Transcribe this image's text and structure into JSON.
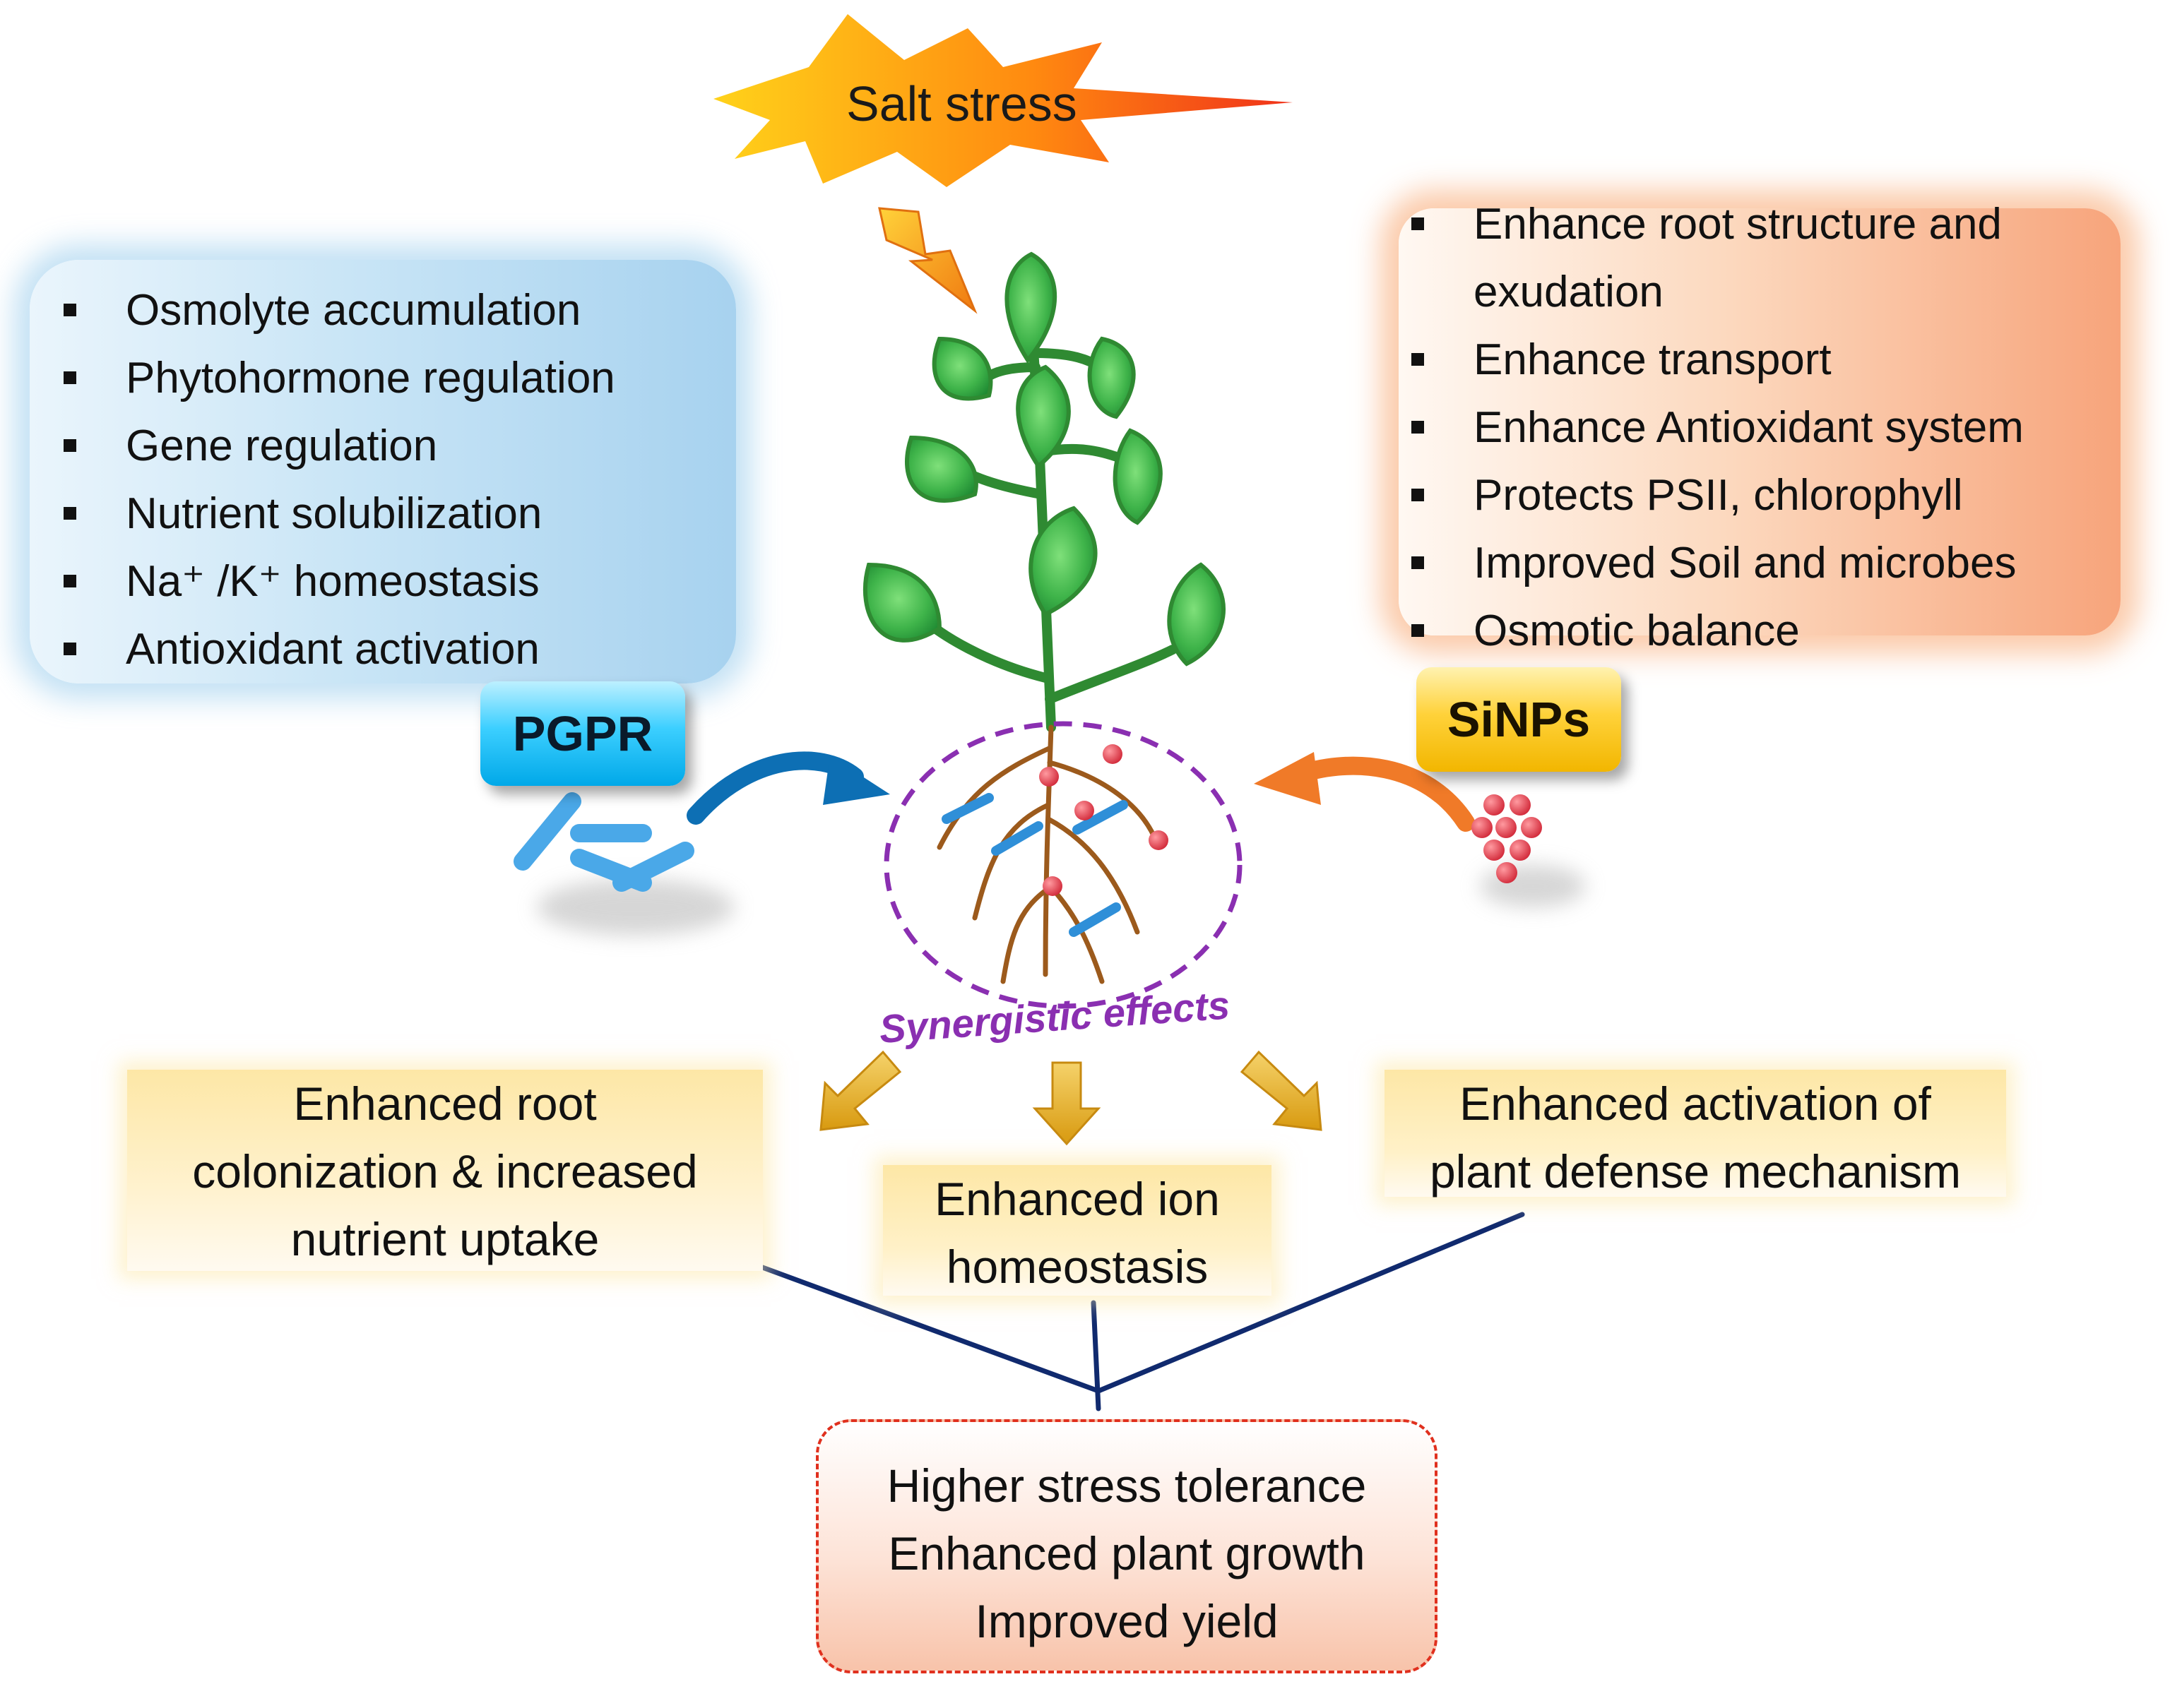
{
  "stressor": {
    "label": "Salt stress"
  },
  "pgpr": {
    "label": "PGPR",
    "mechanisms": [
      "Osmolyte accumulation",
      "Phytohormone regulation",
      "Gene regulation",
      "Nutrient solubilization",
      "Na⁺ /K⁺ homeostasis",
      "Antioxidant activation"
    ]
  },
  "sinps": {
    "label": "SiNPs",
    "mechanisms": [
      "Enhance root structure and",
      "exudation",
      "Enhance transport",
      "Enhance Antioxidant system",
      "Protects PSII, chlorophyll",
      "Improved Soil and microbes",
      "Osmotic balance"
    ]
  },
  "synergy": {
    "label": "Synergistic effects"
  },
  "outcomes": {
    "root": [
      "Enhanced root",
      "colonization & increased",
      "nutrient uptake"
    ],
    "ion": [
      "Enhanced ion",
      "homeostasis"
    ],
    "defense": [
      "Enhanced activation of",
      "plant defense mechanism"
    ]
  },
  "result": [
    "Higher stress tolerance",
    "Enhanced plant growth",
    "Improved yield"
  ],
  "colors": {
    "pgpr_arrow": "#0d6fb4",
    "sinps_arrow": "#f07a28",
    "synergy": "#8a2fb1",
    "connector": "#102a6e",
    "leaf": "#3aa64a",
    "stem": "#2f8a32",
    "root": "#9c5a1c",
    "nanoparticle": "#e23b4a"
  }
}
